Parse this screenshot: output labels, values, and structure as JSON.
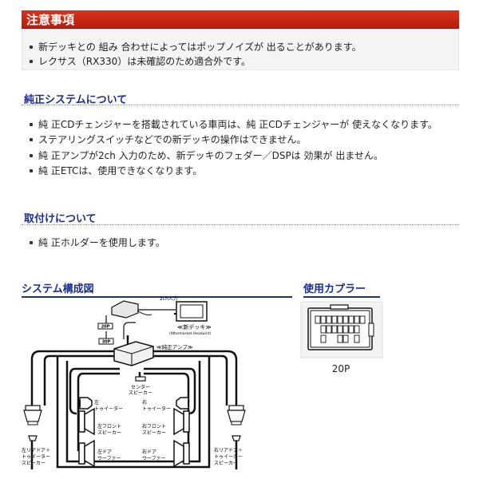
{
  "notice": {
    "title": "注意事項",
    "items": [
      "新デッキとの 組み 合わせによってはポップノイズが 出ることがあります。",
      "レクサス（RX330）は未確認のため適合外です。"
    ]
  },
  "genuine": {
    "title": "純正システムについて",
    "items": [
      "純 正CDチェンジャーを搭載されている車両は、純 正CDチェンジャーが 使えなくなります。",
      "ステアリングスイッチなどでの新デッキの操作はできません。",
      "純 正アンプが2ch 入力のため、新デッキのフェダー／DSPは 効果が 出ません。",
      "純 正ETCは、使用できなくなります。"
    ]
  },
  "install": {
    "title": "取付けについて",
    "items": [
      "純 正ホルダーを使用します。"
    ]
  },
  "system": {
    "title": "システム構成図",
    "labels": {
      "input2ch": "2ch入力",
      "new_deck": "≪新デッキ≫",
      "new_deck_sub": "(Aftermarket Headunit)",
      "conn_20p": "20P",
      "conn_30p": "30P",
      "amp": "≪純正アンプ≫",
      "center1": "センター",
      "center2": "スピーカー",
      "left_tw1": "左",
      "left_tw2": "トゥイーター",
      "right_tw1": "右",
      "right_tw2": "トゥイーター",
      "lf1": "左フロント",
      "lf2": "スピーカー",
      "rf1": "右フロント",
      "rf2": "スピーカー",
      "lw1": "左ドア",
      "lw2": "ウーファー",
      "rw1": "右ドア",
      "rw2": "ウーファー",
      "lr1": "左リアドア＋",
      "lr2": "トゥイーター",
      "lr3": "スピーカー",
      "rr1": "右リアドア＋",
      "rr2": "トゥイーター",
      "rr3": "スピーカー"
    }
  },
  "coupler": {
    "title": "使用カプラー",
    "label": "20P"
  },
  "colors": {
    "banner": "#c8230f",
    "heading": "#1a2e8f"
  }
}
